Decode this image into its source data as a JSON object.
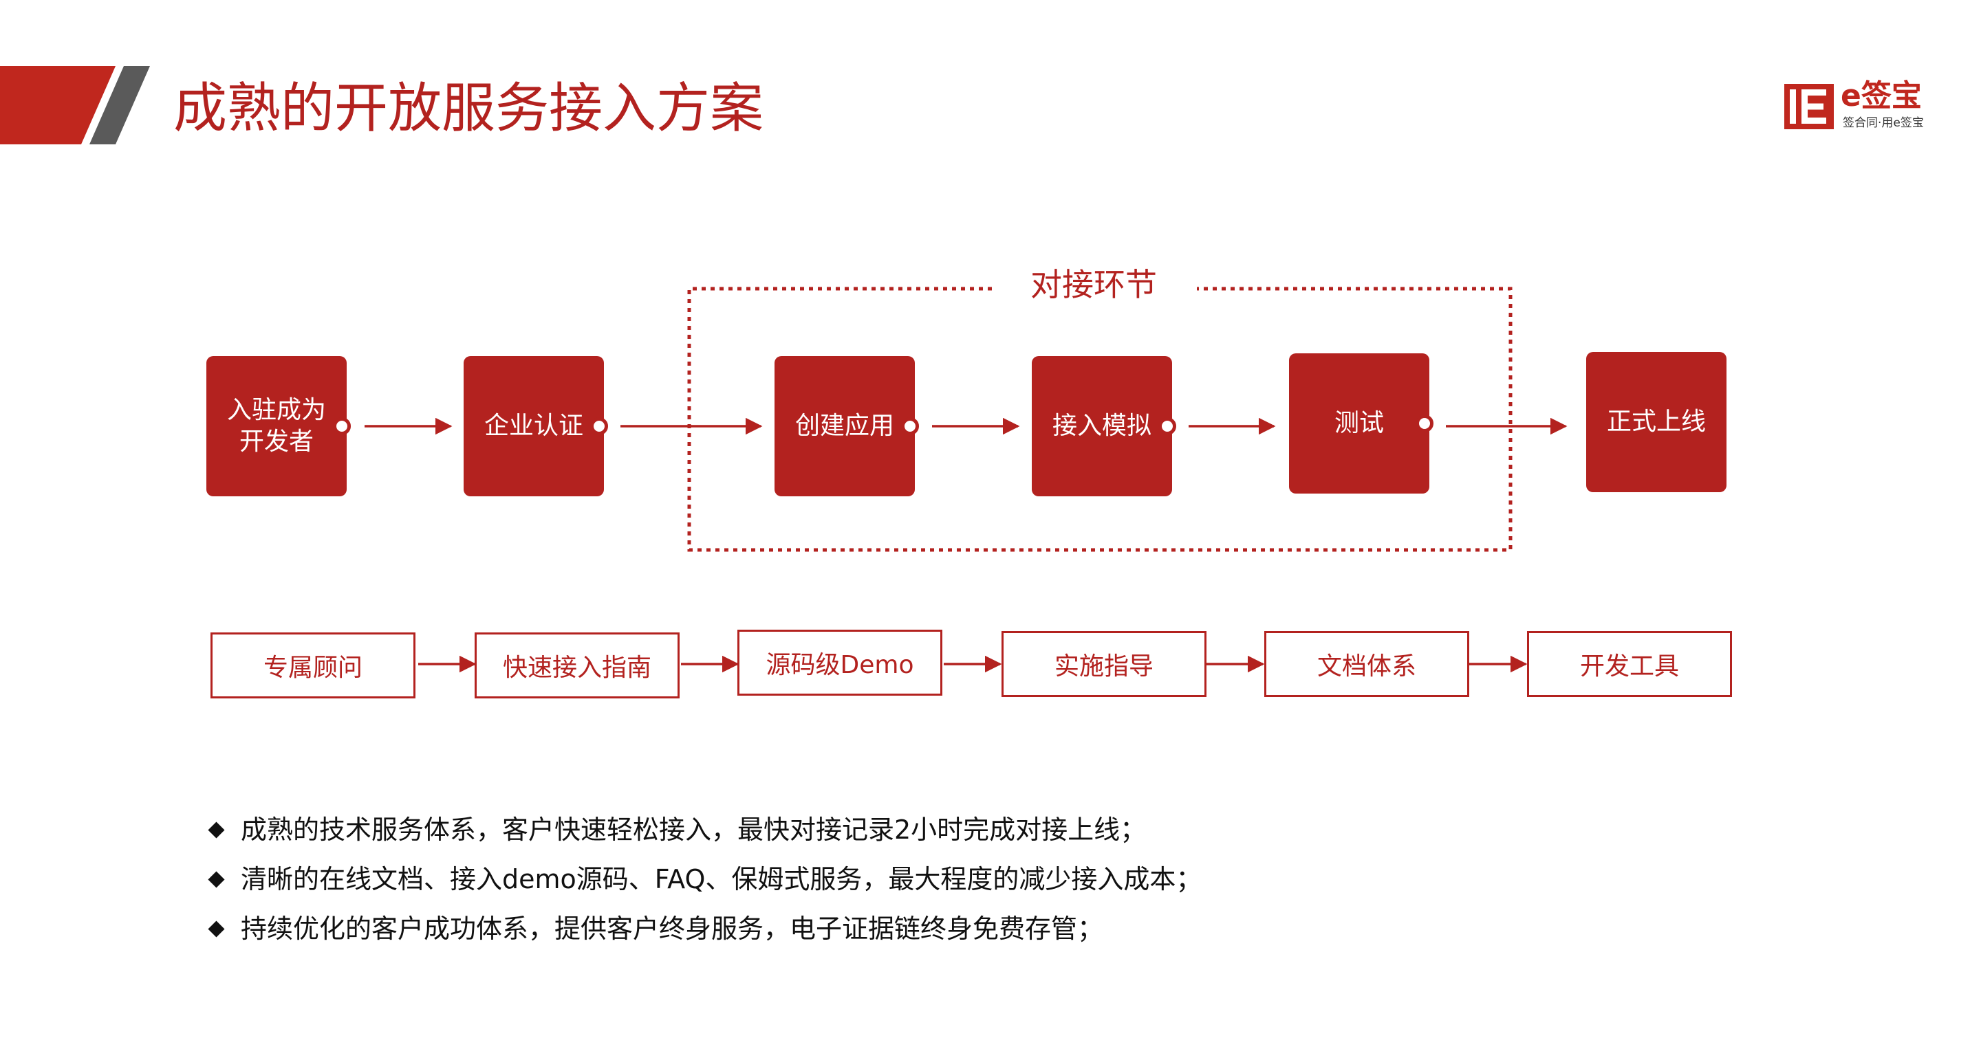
{
  "header": {
    "title": "成熟的开放服务接入方案",
    "logo": {
      "wordmark": "e签宝",
      "tagline": "签合同·用e签宝",
      "mark_icon": "esign-logo-mark"
    }
  },
  "integration_group": {
    "label": "对接环节"
  },
  "process_steps": [
    {
      "label": "入驻成为\n开发者"
    },
    {
      "label": "企业认证"
    },
    {
      "label": "创建应用"
    },
    {
      "label": "接入模拟"
    },
    {
      "label": "测试"
    },
    {
      "label": "正式上线"
    }
  ],
  "services": [
    {
      "label": "专属顾问"
    },
    {
      "label": "快速接入指南"
    },
    {
      "label": "源码级Demo"
    },
    {
      "label": "实施指导"
    },
    {
      "label": "文档体系"
    },
    {
      "label": "开发工具"
    }
  ],
  "bullets": [
    {
      "text": "成熟的技术服务体系，客户快速轻松接入，最快对接记录2小时完成对接上线；"
    },
    {
      "text": "清晰的在线文档、接入demo源码、FAQ、保姆式服务，最大程度的减少接入成本；"
    },
    {
      "text": "持续优化的客户成功体系，提供客户终身服务，电子证据链终身免费存管；"
    }
  ],
  "colors": {
    "accent": "#b3221f",
    "logo_red": "#c0271e",
    "stripe_gray": "#5a5a5a",
    "text": "#111111"
  }
}
